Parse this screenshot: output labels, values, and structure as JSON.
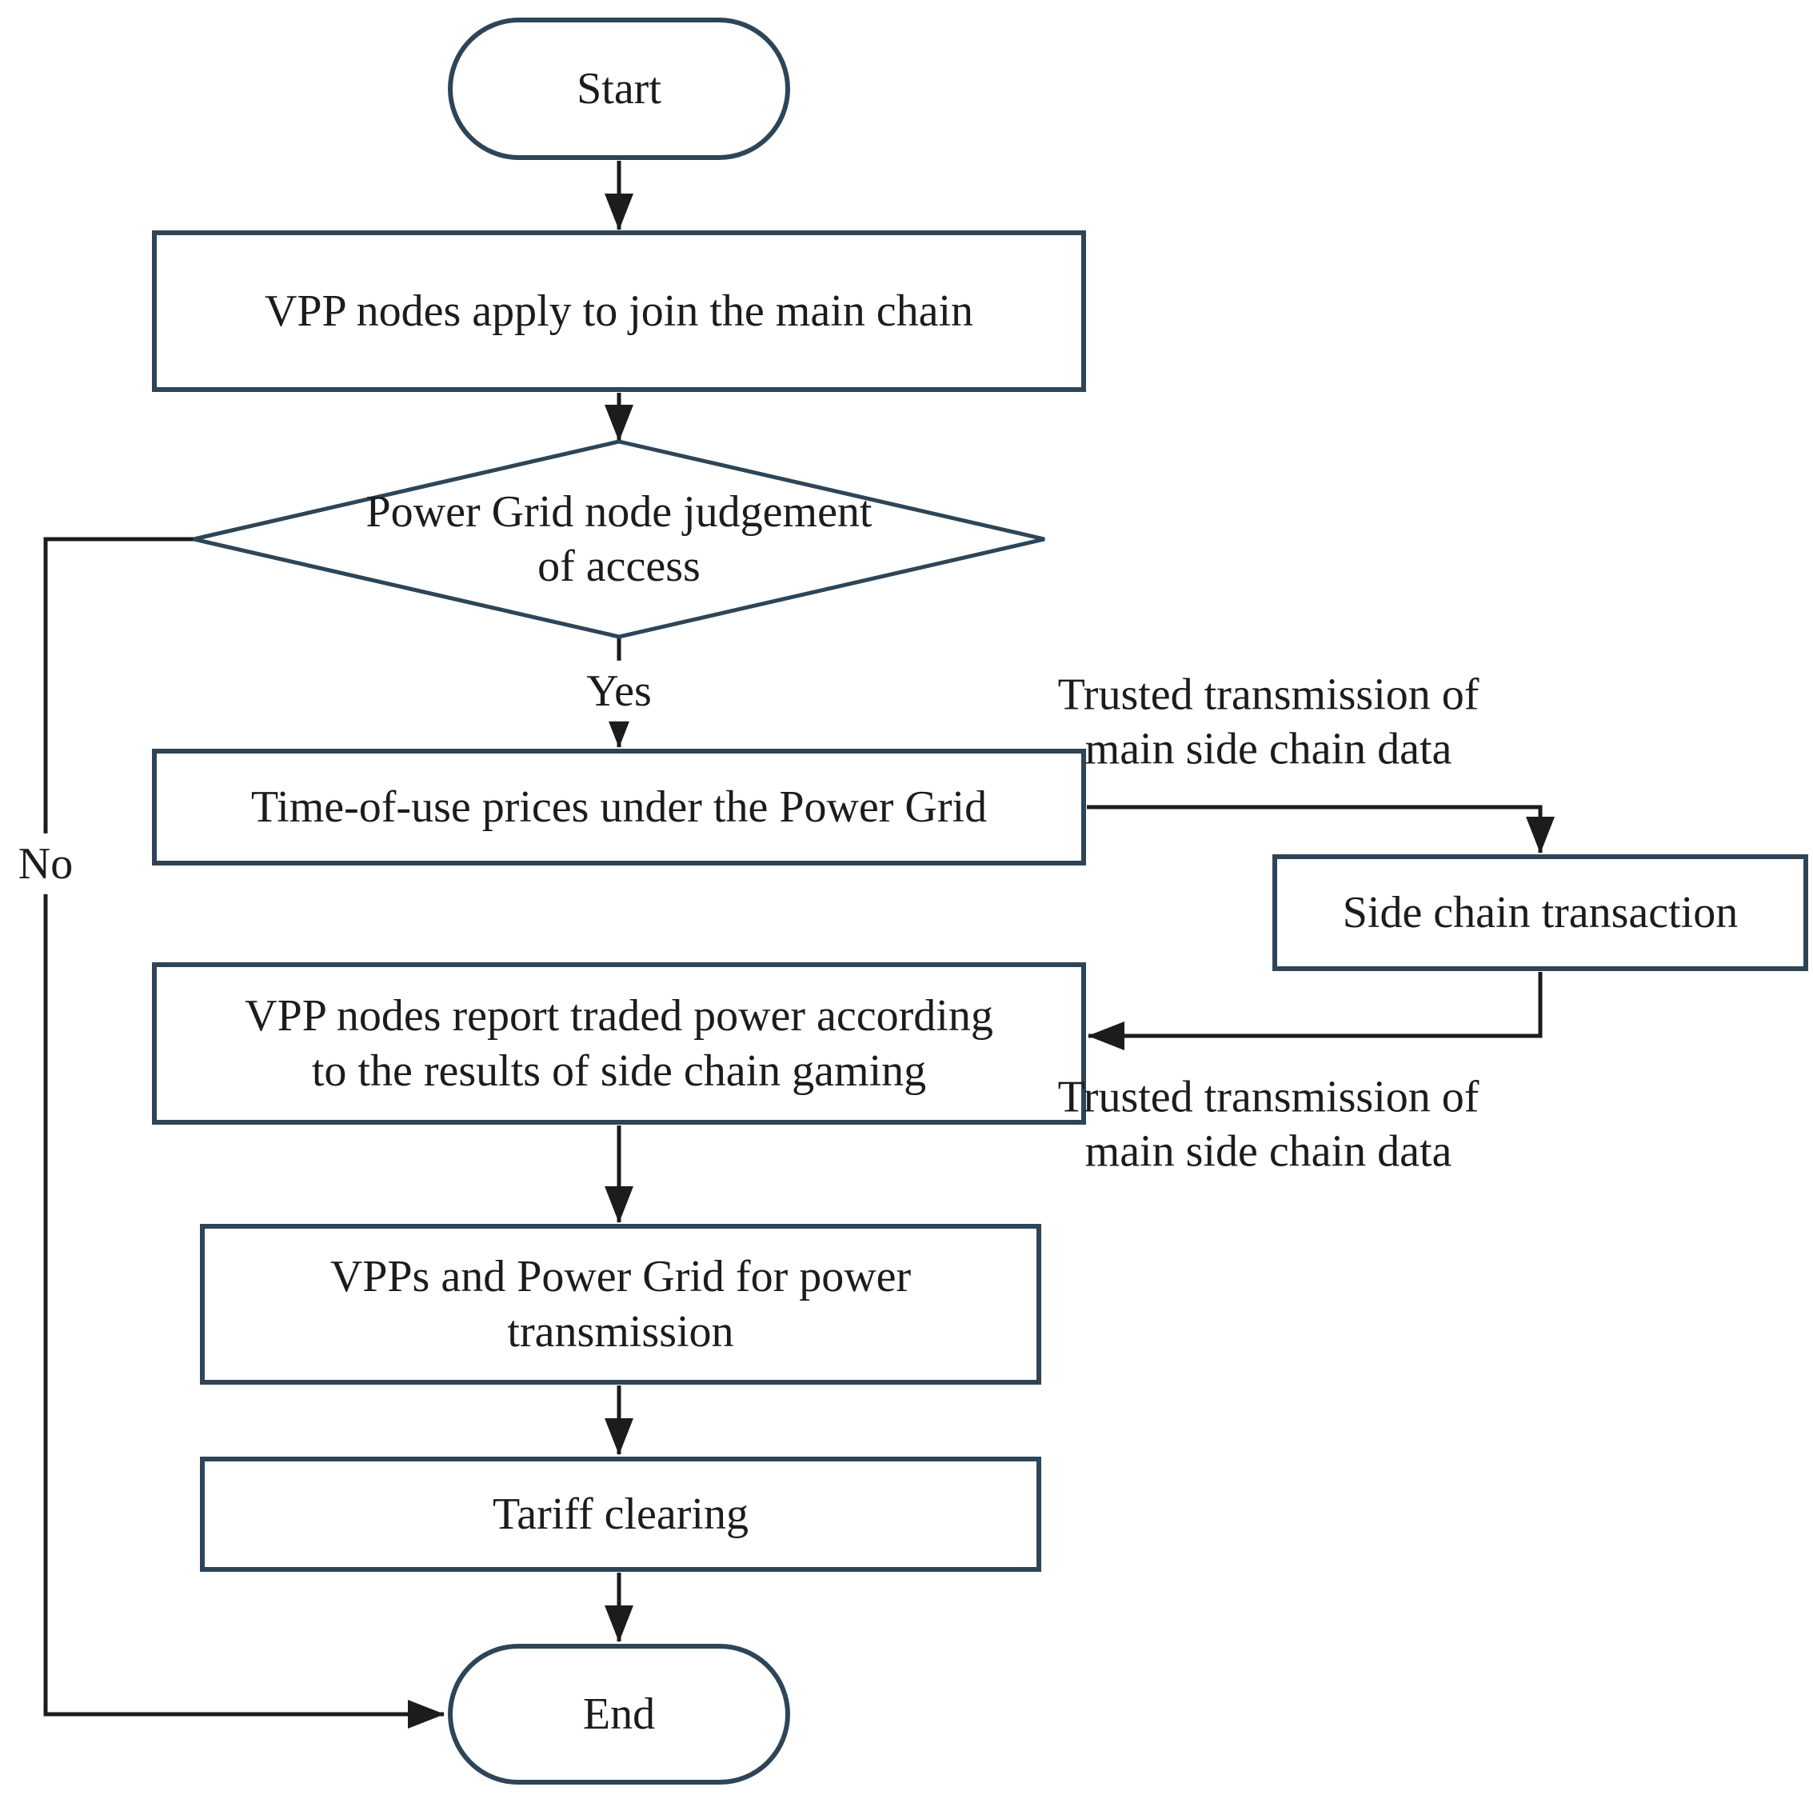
{
  "title": "VPP main chain / side chain trading flowchart",
  "colors": {
    "border": "#2d4557",
    "arrow": "#1c1c1c",
    "ink": "#1c1c1c",
    "bg": "#ffffff"
  },
  "nodes": {
    "start": {
      "label": "Start"
    },
    "apply": {
      "label": "VPP nodes apply to join the main chain"
    },
    "decision": {
      "label": "Power Grid node judgement\nof access"
    },
    "prices": {
      "label": "Time-of-use prices under the Power Grid"
    },
    "side": {
      "label": "Side chain transaction"
    },
    "report": {
      "label": "VPP nodes report traded power according\nto the results of side chain gaming"
    },
    "vpps": {
      "label": "VPPs and Power Grid for power\ntransmission"
    },
    "tariff": {
      "label": "Tariff clearing"
    },
    "end": {
      "label": "End"
    }
  },
  "edge_labels": {
    "yes": "Yes",
    "no": "No",
    "trusted_top": "Trusted transmission of\nmain side chain data",
    "trusted_bottom": "Trusted transmission of\nmain side chain data"
  }
}
